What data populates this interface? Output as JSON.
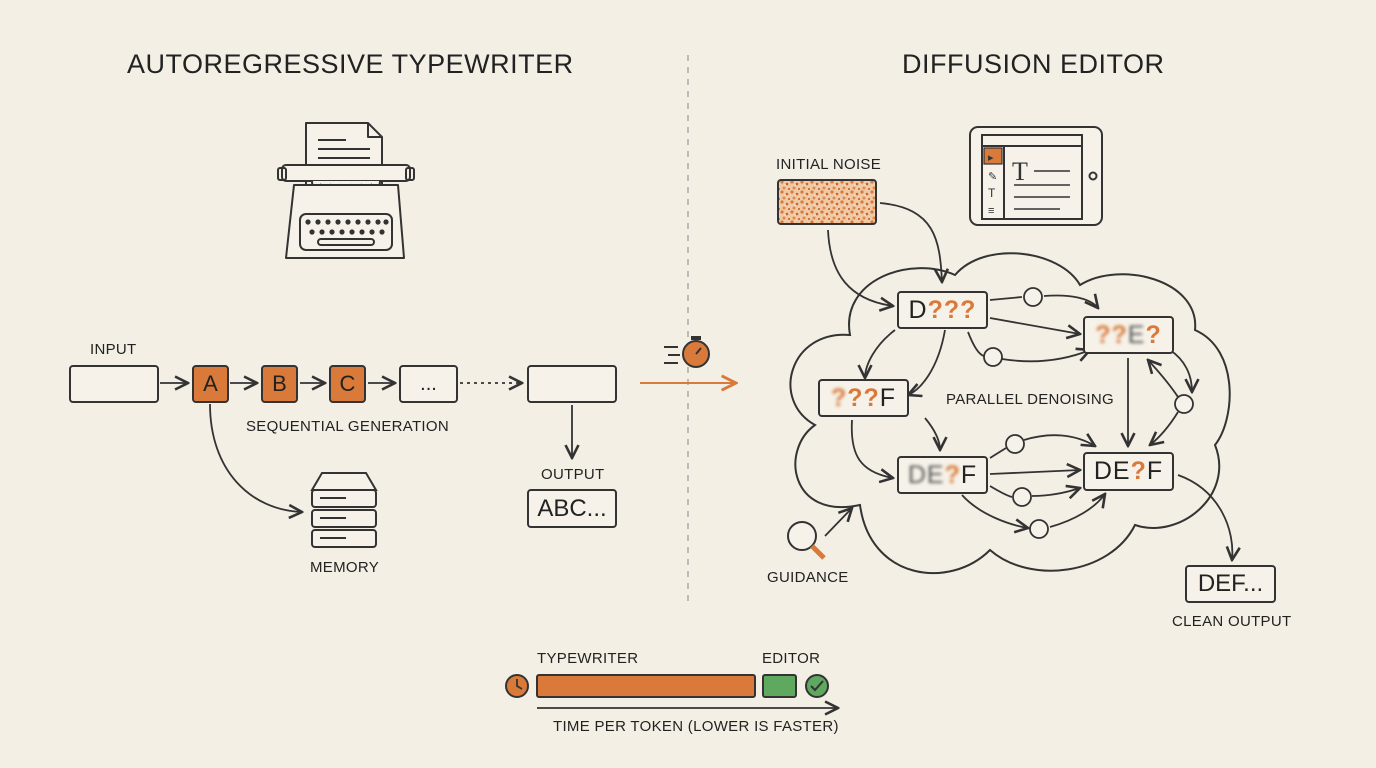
{
  "left": {
    "title": "AUTOREGRESSIVE TYPEWRITER",
    "input_label": "INPUT",
    "tokens": [
      "A",
      "B",
      "C"
    ],
    "ellipsis_box": "...",
    "sequential_label": "SEQUENTIAL GENERATION",
    "output_label": "OUTPUT",
    "output_text": "ABC...",
    "memory_label": "MEMORY"
  },
  "right": {
    "title": "DIFFUSION EDITOR",
    "initial_noise_label": "INITIAL NOISE",
    "parallel_label": "PARALLEL DENOISING",
    "guidance_label": "GUIDANCE",
    "clean_output_label": "CLEAN OUTPUT",
    "clean_output_text": "DEF...",
    "states": {
      "s1": [
        "D",
        "?",
        "?",
        "?"
      ],
      "s2": [
        "?",
        "?",
        "E",
        "?"
      ],
      "s3": [
        "?",
        "?",
        "?",
        "F"
      ],
      "s4": [
        "D",
        "E",
        "?",
        "F"
      ],
      "s5": [
        "D",
        "E",
        "?",
        "F"
      ]
    },
    "tablet_glyph": "T"
  },
  "comparison": {
    "typewriter_label": "TYPEWRITER",
    "editor_label": "EDITOR",
    "axis_label": "TIME PER TOKEN (LOWER IS FASTER)"
  },
  "colors": {
    "accent": "#d97a3a",
    "green": "#5ea860",
    "ink": "#333333",
    "background": "#f3efe5"
  },
  "icons": [
    "typewriter-icon",
    "server-stack-icon",
    "stopwatch-icon",
    "tablet-editor-icon",
    "magnifier-icon",
    "clock-icon",
    "check-circle-icon"
  ]
}
